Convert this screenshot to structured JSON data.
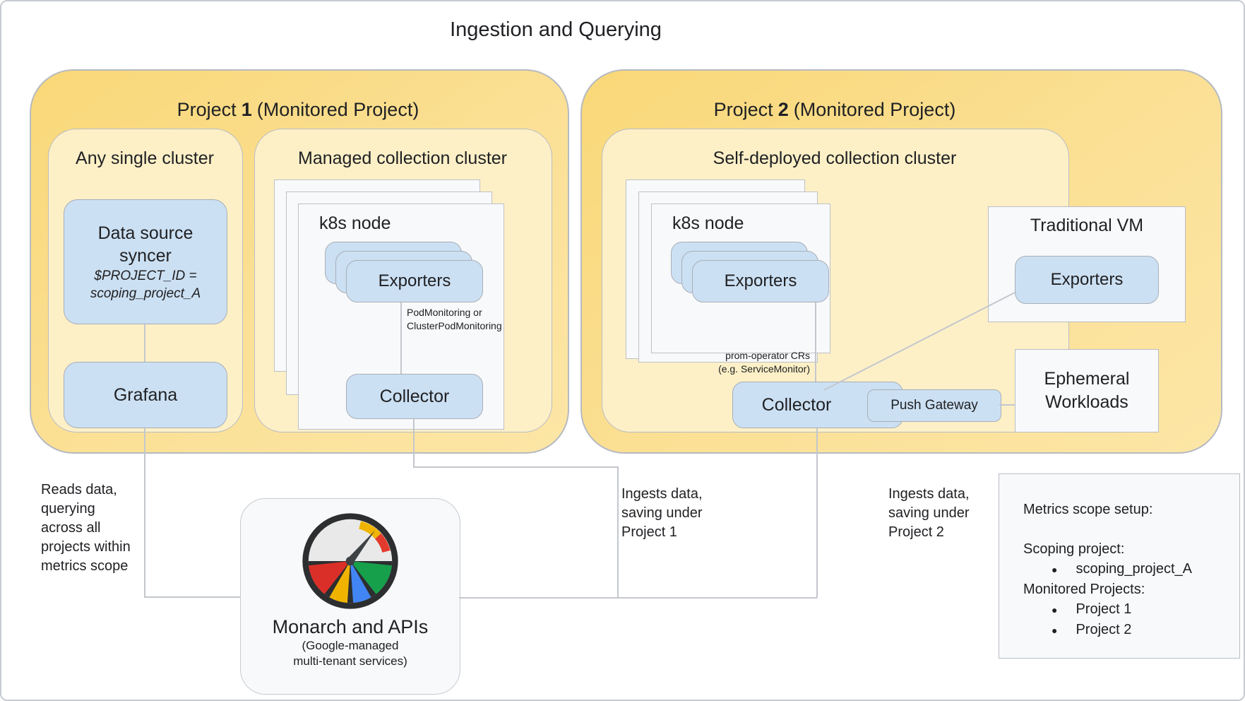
{
  "title": "Ingestion and Querying",
  "project1": {
    "header": {
      "prefix": "Project",
      "number": "1",
      "suffix": "(Monitored Project)"
    },
    "any_single_cluster": {
      "title": "Any single cluster",
      "data_source_syncer": {
        "line1": "Data source",
        "line2": "syncer",
        "sub1": "$PROJECT_ID =",
        "sub2": "scoping_project_A"
      },
      "grafana": "Grafana"
    },
    "managed_cluster": {
      "title": "Managed collection cluster",
      "k8s_node": "k8s node",
      "exporters": "Exporters",
      "note_line1": "PodMonitoring or",
      "note_line2": "ClusterPodMonitoring",
      "collector": "Collector"
    }
  },
  "project2": {
    "header": {
      "prefix": "Project",
      "number": "2",
      "suffix": "(Monitored Project)"
    },
    "self_deployed_cluster": {
      "title": "Self-deployed collection cluster",
      "k8s_node": "k8s node",
      "exporters": "Exporters",
      "note_line1": "prom-operator CRs",
      "note_line2": "(e.g. ServiceMonitor)",
      "collector": "Collector",
      "push_gateway": "Push Gateway"
    },
    "traditional_vm": {
      "title": "Traditional VM",
      "exporters": "Exporters"
    },
    "ephemeral_workloads": {
      "line1": "Ephemeral",
      "line2": "Workloads"
    }
  },
  "monarch": {
    "icon": "gauge-icon",
    "title": "Monarch and APIs",
    "subtitle_line1": "(Google-managed",
    "subtitle_line2": "multi-tenant services)"
  },
  "annotations": {
    "reads": [
      "Reads data,",
      "querying",
      "across all",
      "projects within",
      "metrics scope"
    ],
    "ingest1": [
      "Ingests data,",
      "saving under",
      "Project 1"
    ],
    "ingest2": [
      "Ingests data,",
      "saving under",
      "Project 2"
    ]
  },
  "metrics_scope": {
    "title": "Metrics scope setup:",
    "scoping_label": "Scoping project:",
    "bullet": "●",
    "scoping_items": [
      "scoping_project_A"
    ],
    "monitored_label": "Monitored Projects:",
    "monitored_items": [
      "Project 1",
      "Project 2"
    ]
  },
  "colors": {
    "outer_yellow": "#f9d878",
    "inner_yellow": "#fdf0c7",
    "blue_box": "#cce0f3",
    "card_gray": "#f8f9fa",
    "line_gray": "#c3c7cd",
    "gauge_red": "#da2f28",
    "gauge_yellow": "#f0b400",
    "gauge_blue": "#4285f4",
    "gauge_green": "#16a04c"
  }
}
